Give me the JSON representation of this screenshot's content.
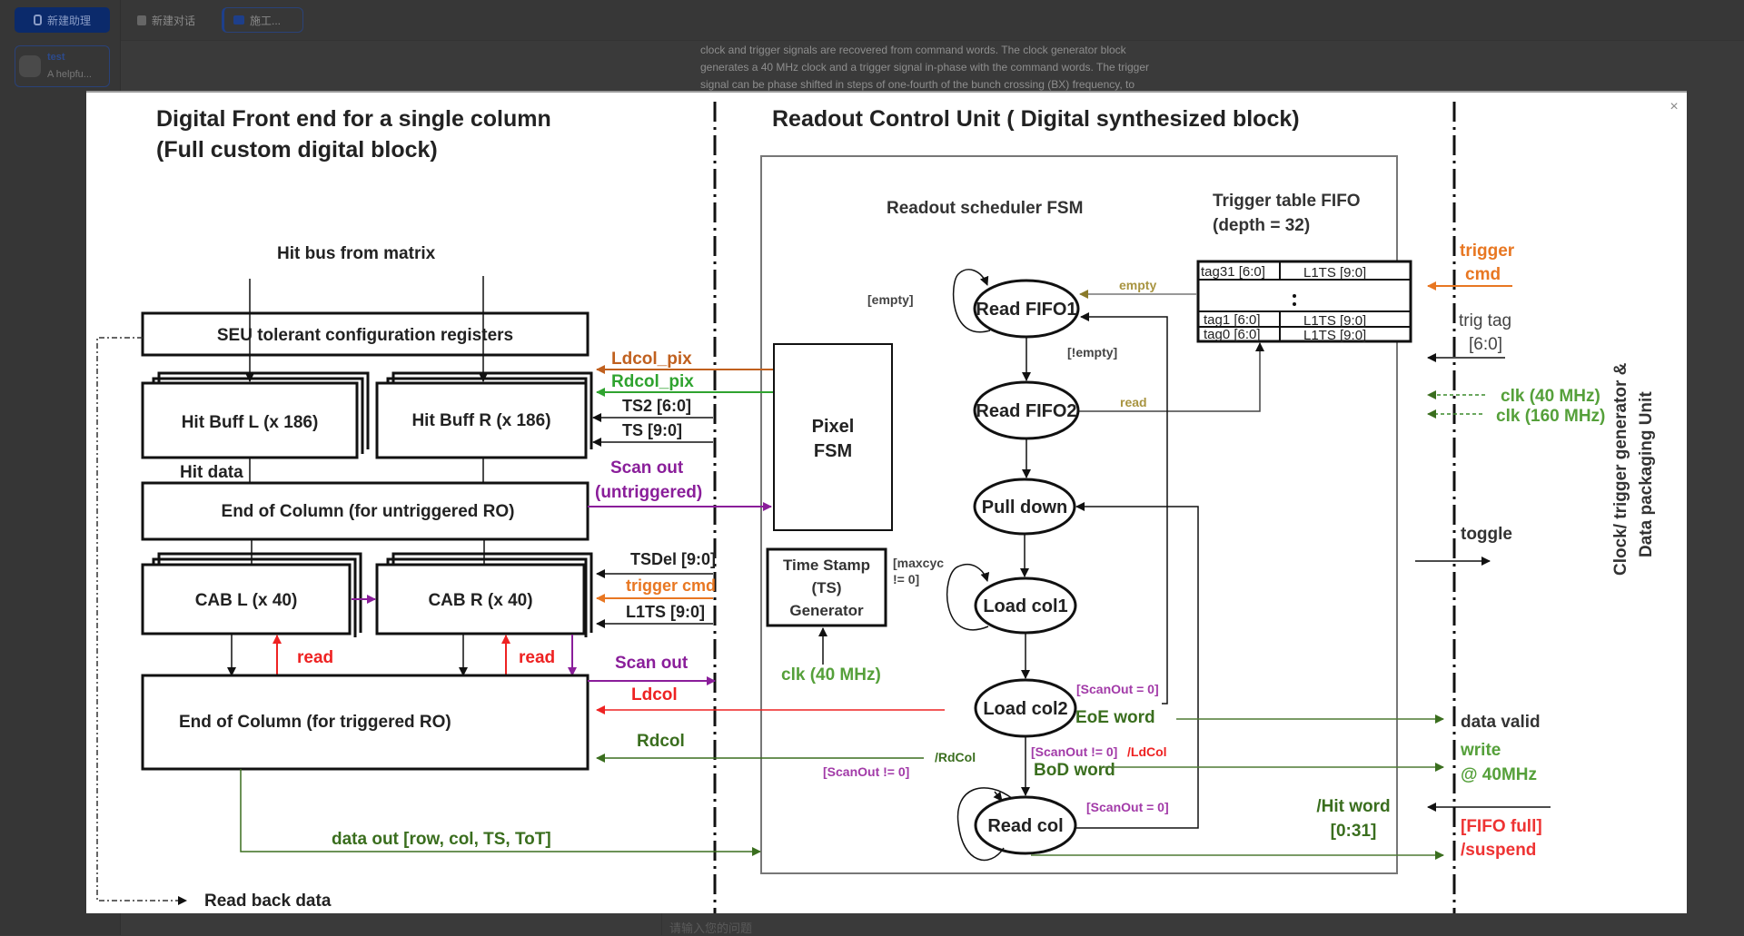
{
  "sidebar": {
    "new_assistant_label": "新建助理",
    "assistant": {
      "name": "test",
      "description": "A helpfu..."
    }
  },
  "tabs": [
    {
      "label": "新建对话",
      "icon": "robot-icon",
      "active": false
    },
    {
      "label": "施工...",
      "icon": "chat-icon",
      "active": true
    }
  ],
  "background_text": [
    "clock and trigger signals are recovered from command words. The clock generator block",
    "generates a 40 MHz clock and a trigger signal in-phase with the command words. The trigger",
    "signal can be phase shifted in steps of one-fourth of the bunch crossing (BX) frequency, to"
  ],
  "input": {
    "placeholder": "请输入您的问题"
  },
  "modal": {
    "close_icon": "×"
  },
  "diagram": {
    "left_title": [
      "Digital Front end for a single column",
      "(Full custom digital block)"
    ],
    "right_title": "Readout Control Unit ( Digital synthesized block)",
    "hit_bus": "Hit bus from matrix",
    "seu": "SEU tolerant configuration registers",
    "hit_buff_l": "Hit Buff L (x 186)",
    "hit_buff_r": "Hit Buff R (x 186)",
    "hit_data": "Hit data",
    "eoc_untrig": "End of Column (for untriggered RO)",
    "cab_l": "CAB L (x 40)",
    "cab_r": "CAB R (x 40)",
    "read": "read",
    "eoc_trig": "End of Column (for triggered RO)",
    "ldcol_pix": "Ldcol_pix",
    "rdcol_pix": "Rdcol_pix",
    "ts2": "TS2 [6:0]",
    "ts": "TS [9:0]",
    "scan_out_untrig": [
      "Scan out",
      "(untriggered)"
    ],
    "tsdel": "TSDel [9:0]",
    "trigger_cmd": "trigger cmd",
    "l1ts": "L1TS [9:0]",
    "scan_out": "Scan out",
    "ldcol": "Ldcol",
    "rdcol": "Rdcol",
    "data_out": "data out [row, col, TS, ToT]",
    "read_back": "Read back data",
    "pixel_fsm": [
      "Pixel",
      "FSM"
    ],
    "ts_gen": [
      "Time Stamp",
      "(TS)",
      "Generator"
    ],
    "clk40": "clk (40 MHz)",
    "scheduler": "Readout scheduler FSM",
    "fifo_title": [
      "Trigger table FIFO",
      "(depth = 32)"
    ],
    "fifo_rows": [
      {
        "tag": "tag31 [6:0]",
        "l1ts": "L1TS [9:0]"
      },
      {
        "tag": "tag1 [6:0]",
        "l1ts": "L1TS [9:0]"
      },
      {
        "tag": "tag0 [6:0]",
        "l1ts": "L1TS [9:0]"
      }
    ],
    "states": [
      "Read FIFO1",
      "Read FIFO2",
      "Pull down",
      "Load col1",
      "Load col2",
      "Read col"
    ],
    "lbl_empty_loop": "[empty]",
    "lbl_empty": "empty",
    "lbl_not_empty": "[!empty]",
    "lbl_read": "read",
    "lbl_maxcyc": [
      "[maxcyc",
      "!= 0]"
    ],
    "lbl_scanout0_a": "[ScanOut = 0]",
    "lbl_eoe": "EoE word",
    "lbl_scanout_ne": "[ScanOut != 0]",
    "lbl_ldcol": "/LdCol",
    "lbl_bod": "BoD word",
    "lbl_rdcol": "/RdCol",
    "lbl_scanout_ne2": "[ScanOut != 0]",
    "lbl_scanout0_b": "[ScanOut = 0]",
    "lbl_hitword": [
      "/Hit word",
      "[0:31]"
    ],
    "ext_trigger_cmd": [
      "trigger",
      "cmd"
    ],
    "ext_trig_tag": [
      "trig tag",
      "[6:0]"
    ],
    "ext_clk40": "clk (40 MHz)",
    "ext_clk160": "clk (160 MHz)",
    "ext_toggle": "toggle",
    "ext_data_valid": "data valid",
    "ext_write": [
      "write",
      "@ 40MHz"
    ],
    "ext_fifo_full": [
      "[FIFO full]",
      "/suspend"
    ],
    "side_label": [
      "Clock/ trigger generator &",
      "Data packaging Unit"
    ]
  }
}
